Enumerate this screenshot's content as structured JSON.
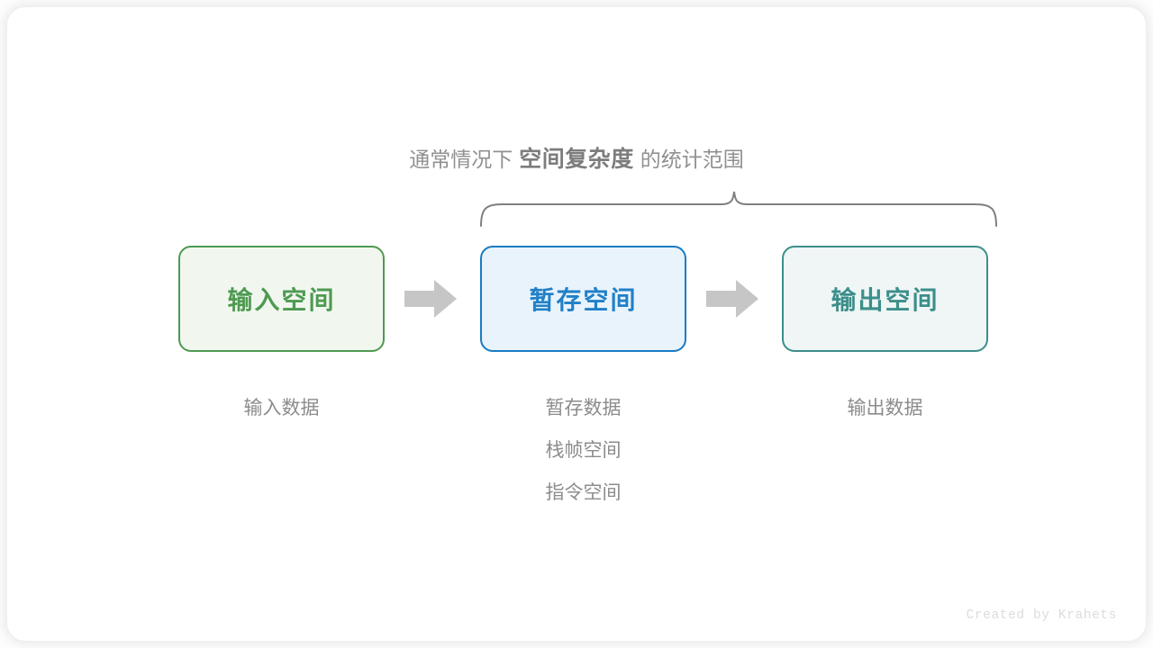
{
  "scope_caption": {
    "prefix": "通常情况下",
    "emphasis": "空间复杂度",
    "suffix": "的统计范围"
  },
  "flow": {
    "boxes": [
      {
        "id": "input",
        "label": "输入空间",
        "border_color": "#4E9A51",
        "fill_color": "#F1F7EF",
        "text_color": "#4E9A51"
      },
      {
        "id": "temp",
        "label": "暂存空间",
        "border_color": "#1A7BC4",
        "fill_color": "#E9F3FB",
        "text_color": "#2080C8"
      },
      {
        "id": "output",
        "label": "输出空间",
        "border_color": "#3C8E8A",
        "fill_color": "#EFF6F5",
        "text_color": "#3C8E8A"
      }
    ],
    "arrows": [
      {
        "id": "arrow-1",
        "icon": "right-arrow-icon",
        "color": "#C6C6C6"
      },
      {
        "id": "arrow-2",
        "icon": "right-arrow-icon",
        "color": "#C6C6C6"
      }
    ],
    "brace": {
      "icon": "curly-brace-icon",
      "color": "#808080",
      "covers": [
        "temp",
        "output"
      ]
    }
  },
  "captions": {
    "input": [
      "输入数据"
    ],
    "temp": [
      "暂存数据",
      "栈帧空间",
      "指令空间"
    ],
    "output": [
      "输出数据"
    ]
  },
  "watermark": {
    "text": "Created by Krahets"
  }
}
